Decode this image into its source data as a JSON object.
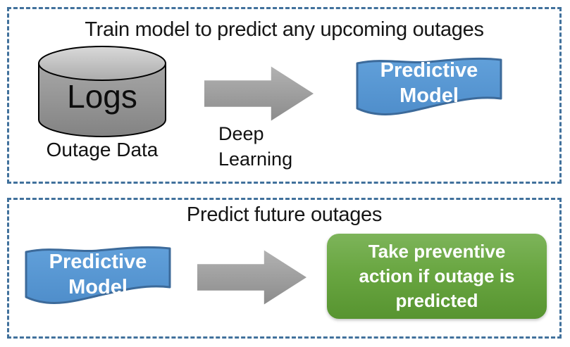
{
  "top_panel": {
    "title": "Train model to predict any upcoming outages",
    "database_label": "Logs",
    "database_caption": "Outage Data",
    "arrow_caption": {
      "line1": "Deep",
      "line2": "Learning"
    },
    "model_label": {
      "line1": "Predictive",
      "line2": "Model"
    }
  },
  "bottom_panel": {
    "title": "Predict future outages",
    "model_label": {
      "line1": "Predictive",
      "line2": "Model"
    },
    "action_label": {
      "line1": "Take preventive",
      "line2": "action if outage is",
      "line3": "predicted"
    }
  },
  "colors": {
    "panel_border": "#41719C",
    "model_shape_fill": "#5B9BD5",
    "model_shape_border": "#3C6A9A",
    "action_box_top": "#7DB45A",
    "action_box_bottom": "#579430",
    "arrow_gray_top": "#B0B0B0",
    "arrow_gray_bottom": "#8E8E8E",
    "cylinder_body_gray": "#999999",
    "cylinder_top_gray": "#D6D6D6",
    "title_text": "#161616",
    "shape_text": "#FFFFFF"
  }
}
